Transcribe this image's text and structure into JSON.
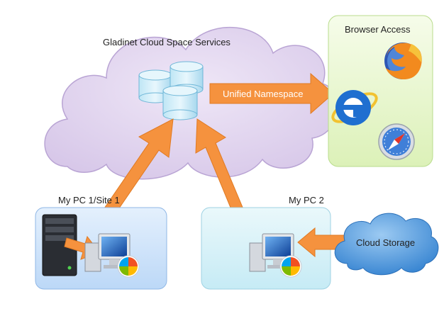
{
  "cloud_services": {
    "label": "Gladinet Cloud Space Services"
  },
  "browser_access": {
    "label": "Browser Access",
    "icons": [
      "firefox-icon",
      "internet-explorer-icon",
      "safari-icon"
    ]
  },
  "namespace_arrow": {
    "label": "Unified Namespace"
  },
  "pc1": {
    "label": "My PC 1/Site 1"
  },
  "pc2": {
    "label": "My PC 2"
  },
  "cloud_storage": {
    "label": "Cloud Storage"
  },
  "colors": {
    "services_cloud": "#e3d7ef",
    "browser_panel": "#e9f7cf",
    "pc1_panel": "#cfe4fb",
    "pc2_panel": "#d8f2f8",
    "storage_cloud": "#3f8fd9",
    "arrow": "#f5923e"
  }
}
